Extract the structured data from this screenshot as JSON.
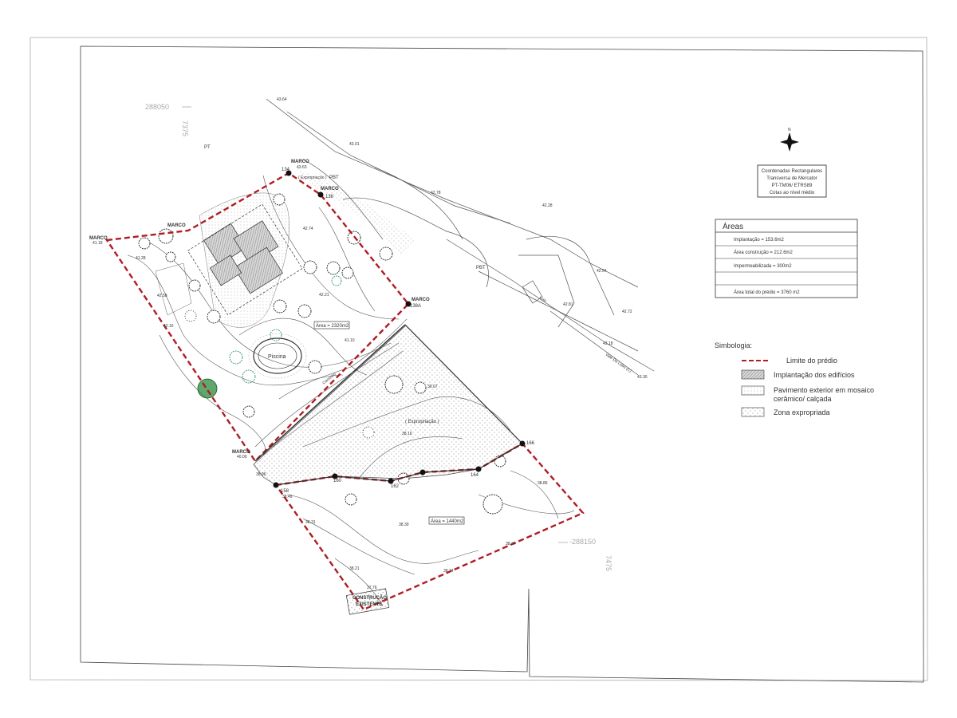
{
  "sheet": {
    "coord_top_left": "288050",
    "coord_top_left_rot": "7375",
    "coord_bottom_right": "-288150",
    "coord_bottom_right_rot": "7475"
  },
  "north_arrow": {
    "label": "N"
  },
  "coordinates_box": {
    "line1": "Coordenadas Rectangulares",
    "line2": "Transversa de Mercator",
    "line3": "PT-TM06/ ETRS89",
    "line4": "Cotas ao nível médio"
  },
  "areas_table": {
    "title": "Áreas",
    "rows": [
      "Implantação    = 153.6m2",
      "Área construção = 212.6m2",
      "Impermeabilizada  = 300m2",
      "",
      "Área total do prédio = 3760 m2"
    ]
  },
  "legend": {
    "title": "Simbologia:",
    "items": [
      {
        "label": "Limite do prédio"
      },
      {
        "label": "Implantação dos edifícios"
      },
      {
        "label": "Pavimento exterior em mosaico",
        "label2": "cerâmico/ calçada"
      },
      {
        "label": "Zona expropriada"
      }
    ]
  },
  "plan_labels": {
    "marco_1": "MARCO",
    "marco_2": "MARCO",
    "marco_3": "MARCO",
    "marco_4": "MARCO",
    "marco_5": "MARCO",
    "marco_6": "MARCO",
    "pt": "PT",
    "pbt": "PBT",
    "pbt2": "PBT",
    "expropriacao_top": "( Expropriação )",
    "expropriacao_mid": "( Expropriação )",
    "piscina": "Piscina",
    "area_1": "Área = 2320m2",
    "area_2": "Área = 1440m2",
    "construcao": "CONSTRUÇÃO",
    "existente": "EXISTENTE",
    "caminho": "Caminho",
    "lixo": "Lixo",
    "vale_de_lobo": "Vale De Lobo (C)",
    "n134": "134",
    "n136": "136",
    "n138": "138A",
    "n158": "158",
    "n160": "160",
    "n162": "162",
    "n164": "164",
    "n166": "166",
    "e1": "43.64",
    "e2": "43.63",
    "e3": "43.01",
    "e4": "42.78",
    "e5": "42.74",
    "e6": "42.21",
    "e7": "41.18",
    "e8": "41.28",
    "e9": "42.58",
    "e10": "42.16",
    "e11": "41.10",
    "e12": "40.00",
    "e13": "39.07",
    "e14": "38.16",
    "e15": "38.96",
    "e16": "38.49",
    "e17": "38.31",
    "e18": "38.39",
    "e19": "38.21",
    "e20": "37.76",
    "e21": "38.34",
    "e22": "38.86",
    "e23": "42.28",
    "e24": "42.54",
    "e25": "42.72",
    "e26": "43.18",
    "e27": "43.30",
    "e28": "42.81",
    "e29": "38.74"
  }
}
